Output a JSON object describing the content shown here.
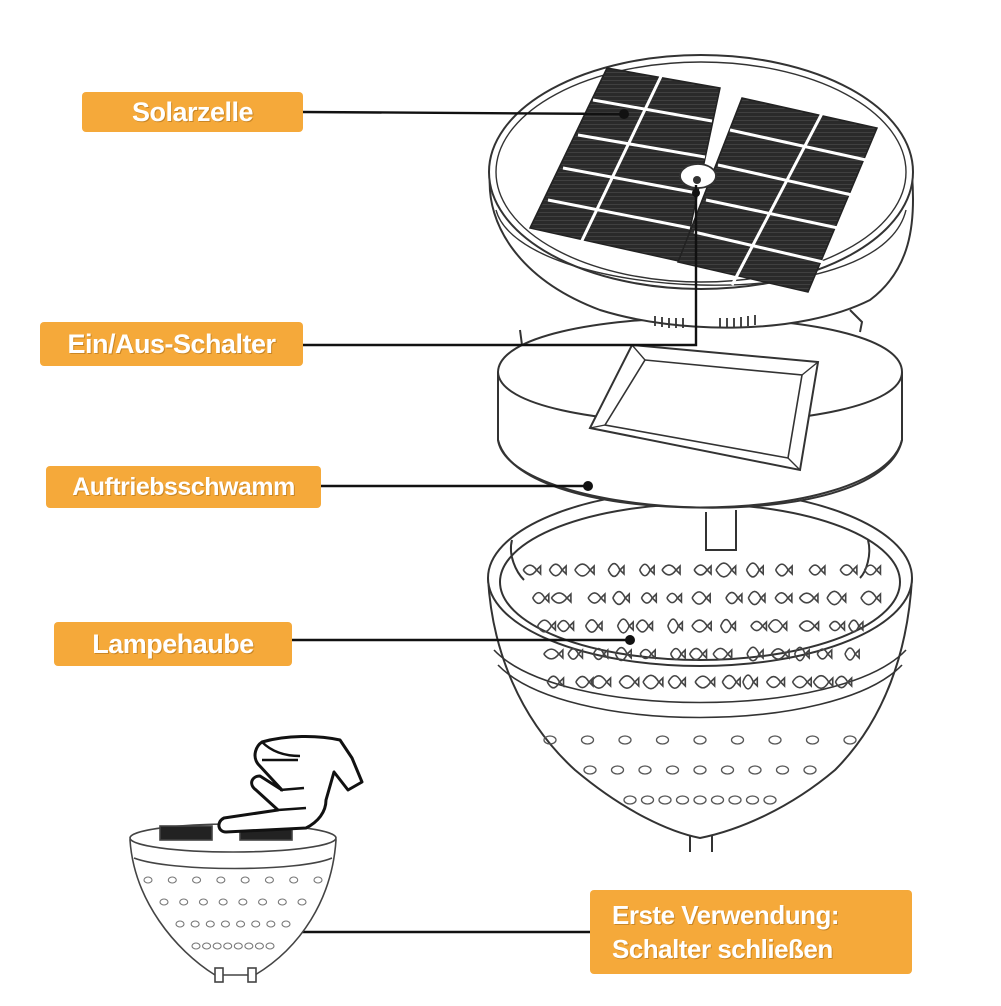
{
  "colors": {
    "label_bg": "#f5a93a",
    "label_text": "#ffffff",
    "line": "#111111",
    "panel": "#2b2b2b"
  },
  "labels": {
    "solar_cell": "Solarzelle",
    "on_off_switch": "Ein/Aus-Schalter",
    "buoyancy_sponge": "Auftriebsschwamm",
    "lamp_hood": "Lampehaube",
    "first_use_line1": "Erste Verwendung:",
    "first_use_line2": "Schalter schließen"
  },
  "icons": [
    "hand-pointing-icon",
    "solar-panel-icon",
    "switch-icon"
  ]
}
